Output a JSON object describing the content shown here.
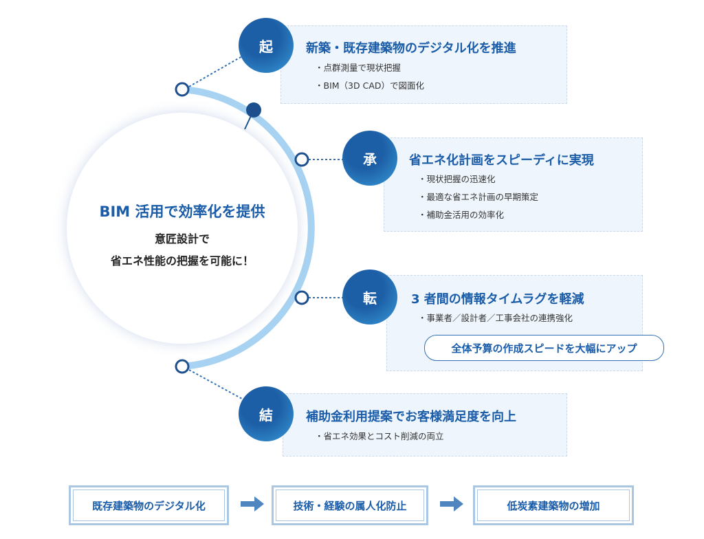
{
  "center": {
    "title": "BIM 活用で効率化を提供",
    "line1": "意匠設計で",
    "line2": "省エネ性能の把握を可能に！"
  },
  "steps": [
    {
      "badge": "起",
      "title": "新築・既存建築物のデジタル化を推進",
      "bullets": [
        "・点群測量で現状把握",
        "・BIM（3D CAD）で図面化"
      ]
    },
    {
      "badge": "承",
      "title": "省エネ化計画をスピーディに実現",
      "bullets": [
        "・現状把握の迅速化",
        "・最適な省エネ計画の早期策定",
        "・補助金活用の効率化"
      ]
    },
    {
      "badge": "転",
      "title": "3 者間の情報タイムラグを軽減",
      "bullets": [
        "・事業者／設計者／工事会社の連携強化"
      ],
      "highlight": "全体予算の作成スピードを大幅にアップ"
    },
    {
      "badge": "結",
      "title": "補助金利用提案でお客様満足度を向上",
      "bullets": [
        "・省エネ効果とコスト削減の両立"
      ]
    }
  ],
  "flow": [
    "既存建築物のデジタル化",
    "技術・経験の属人化防止",
    "低炭素建築物の増加"
  ],
  "colors": {
    "primary": "#1a5ca8",
    "arc": "#8cc4ec",
    "box": "#eef5fc"
  }
}
